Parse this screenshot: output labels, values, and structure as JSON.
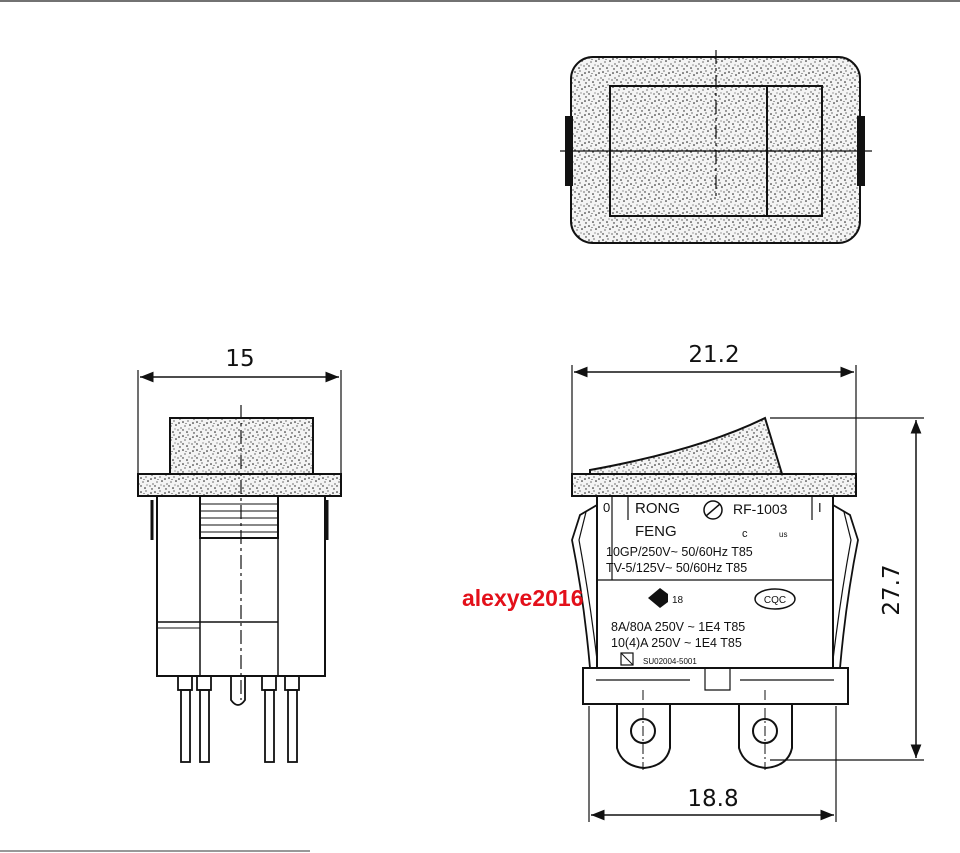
{
  "dimensions": {
    "side_width": "15",
    "front_width": "21.2",
    "height": "27.7",
    "terminal_span": "18.8"
  },
  "switch_markings": {
    "pos_off": "0",
    "pos_on": "I",
    "brand_1": "RONG",
    "brand_2": "FENG",
    "model": "RF-1003",
    "ul_mark": "c",
    "ul_us": "us",
    "rating_1": "10GP/250V~  50/60Hz  T85",
    "rating_2": "TV-5/125V~  50/60Hz  T85",
    "cert_number": "18",
    "cqc": "CQC",
    "rating_3": "8A/80A  250V  ~  1E4  T85",
    "rating_4": "10(4)A  250V  ~  1E4  T85",
    "cert_code": "SU02004-5001"
  },
  "watermark": "alexye2016",
  "colors": {
    "line": "#111111",
    "watermark": "#e3101a",
    "fill": "#f4f4f4"
  }
}
